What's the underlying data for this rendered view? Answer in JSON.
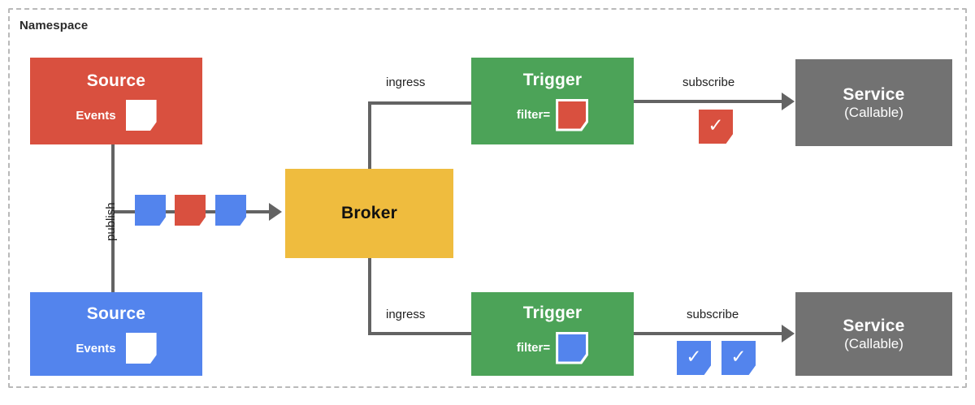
{
  "diagram": {
    "namespace_label": "Namespace",
    "colors": {
      "red": "#d9503f",
      "blue": "#5384ed",
      "green": "#4ca358",
      "yellow": "#efbc3e",
      "gray": "#727272",
      "line": "#636363",
      "frame": "#b9b9b9"
    },
    "nodes": {
      "source_red": {
        "title": "Source",
        "events_label": "Events",
        "event_card_icon": "white-event-card-icon"
      },
      "source_blue": {
        "title": "Source",
        "events_label": "Events",
        "event_card_icon": "white-event-card-icon"
      },
      "broker": {
        "title": "Broker"
      },
      "trigger_top": {
        "title": "Trigger",
        "filter_label": "filter=",
        "filter_card_icon": "red-filter-card-icon"
      },
      "trigger_bottom": {
        "title": "Trigger",
        "filter_label": "filter=",
        "filter_card_icon": "blue-filter-card-icon"
      },
      "service_top": {
        "title": "Service",
        "subtitle": "(Callable)"
      },
      "service_bottom": {
        "title": "Service",
        "subtitle": "(Callable)"
      }
    },
    "edges": {
      "publish_label": "publish",
      "ingress_top_label": "ingress",
      "ingress_bottom_label": "ingress",
      "subscribe_top_label": "subscribe",
      "subscribe_bottom_label": "subscribe"
    },
    "event_stream": [
      {
        "color_name": "blue",
        "icon": "event-card-icon"
      },
      {
        "color_name": "red",
        "icon": "event-card-icon"
      },
      {
        "color_name": "blue",
        "icon": "event-card-icon"
      }
    ],
    "delivered_events": {
      "top": [
        {
          "color_name": "red",
          "glyph": "✓",
          "icon": "check-card-icon"
        }
      ],
      "bottom": [
        {
          "color_name": "blue",
          "glyph": "✓",
          "icon": "check-card-icon"
        },
        {
          "color_name": "blue",
          "glyph": "✓",
          "icon": "check-card-icon"
        }
      ]
    }
  }
}
